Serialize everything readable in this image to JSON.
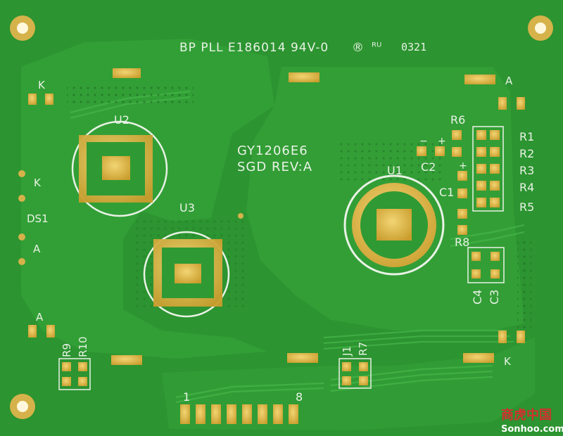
{
  "board": {
    "header_code": "BP PLL E186014 94V-0",
    "registered_mark": "®",
    "ul_mark": "ᴿᵁ",
    "date_code": "0321",
    "part_number": "GY1206E6",
    "revision": "SGD  REV:A"
  },
  "labels": {
    "u1": "U1",
    "u2": "U2",
    "u3": "U3",
    "r1": "R1",
    "r2": "R2",
    "r3": "R3",
    "r4": "R4",
    "r5": "R5",
    "r6": "R6",
    "r7": "R7",
    "r8": "R8",
    "r9": "R9",
    "r10": "R10",
    "c1": "C1",
    "c2": "C2",
    "c3": "C3",
    "c4": "C4",
    "j1": "J1",
    "k_top_left": "K",
    "k_mid_left": "K",
    "k_bottom_right": "K",
    "a_top_right": "A",
    "a_mid_left": "A",
    "a_bottom_left": "A",
    "ds1": "DS1",
    "pin_first": "1",
    "pin_last": "8",
    "plus_1": "+",
    "plus_2": "+",
    "minus_1": "−"
  },
  "watermark": {
    "cn": "商虎中国",
    "site": "Sonhoo.com"
  },
  "colors": {
    "board_green": "#2f9a33",
    "board_green_dark": "#1f7a25",
    "copper_trace": "#3aa83c",
    "gold_pad": "#d9b84a",
    "silkscreen": "#e9f2e6",
    "watermark_red": "#d32f2f"
  }
}
